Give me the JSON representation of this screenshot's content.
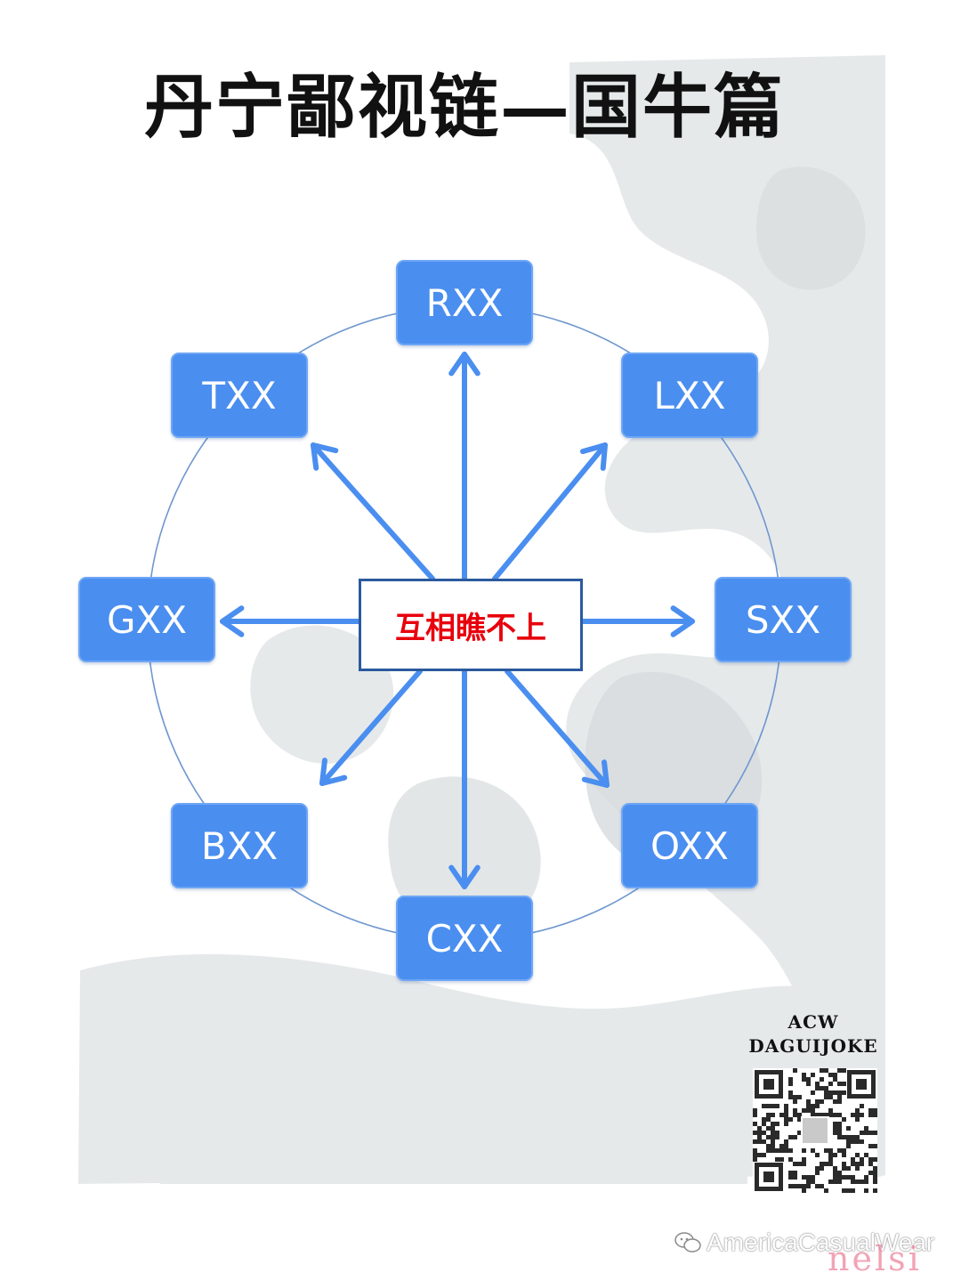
{
  "title": "丹宁鄙视链—国牛篇",
  "center_label": "互相瞧不上",
  "nodes": [
    "RXX",
    "LXX",
    "SXX",
    "OXX",
    "CXX",
    "BXX",
    "GXX",
    "TXX"
  ],
  "brand": {
    "line1": "ACW",
    "line2": "DAGUIJOKE"
  },
  "watermark": "AmericaCasualWear",
  "corner_tag": "nelsi",
  "colors": {
    "node_fill": "#4a8ef0",
    "arrow": "#4a8ef0",
    "circle": "#6f97cf",
    "center_text": "#e8000c",
    "center_border": "#2b5a9e"
  }
}
